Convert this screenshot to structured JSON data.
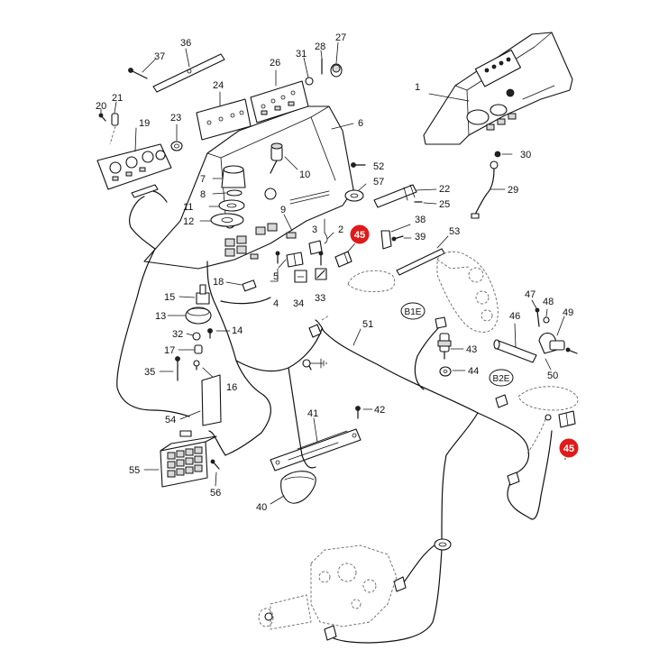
{
  "labels": {
    "p1": "1",
    "p2": "2",
    "p3": "3",
    "p4": "4",
    "p5": "5",
    "p6": "6",
    "p7": "7",
    "p8": "8",
    "p9": "9",
    "p10": "10",
    "p11": "11",
    "p12": "12",
    "p13": "13",
    "p14": "14",
    "p15": "15",
    "p16": "16",
    "p17": "17",
    "p18": "18",
    "p19": "19",
    "p20": "20",
    "p21": "21",
    "p22": "22",
    "p23": "23",
    "p24": "24",
    "p25": "25",
    "p26": "26",
    "p27": "27",
    "p28": "28",
    "p29": "29",
    "p30": "30",
    "p31": "31",
    "p32": "32",
    "p33": "33",
    "p34": "34",
    "p35": "35",
    "p36": "36",
    "p37": "37",
    "p38": "38",
    "p39": "39",
    "p40": "40",
    "p41": "41",
    "p42": "42",
    "p43": "43",
    "p44": "44",
    "p46": "46",
    "p47": "47",
    "p48": "48",
    "p49": "49",
    "p50": "50",
    "p51": "51",
    "p52": "52",
    "p53": "53",
    "p54": "54",
    "p55": "55",
    "p56": "56",
    "p57": "57"
  },
  "highlighted": {
    "label": "45",
    "color": "#e01a1a"
  },
  "connectors": {
    "b1e": "B1E",
    "b2e": "B2E"
  }
}
